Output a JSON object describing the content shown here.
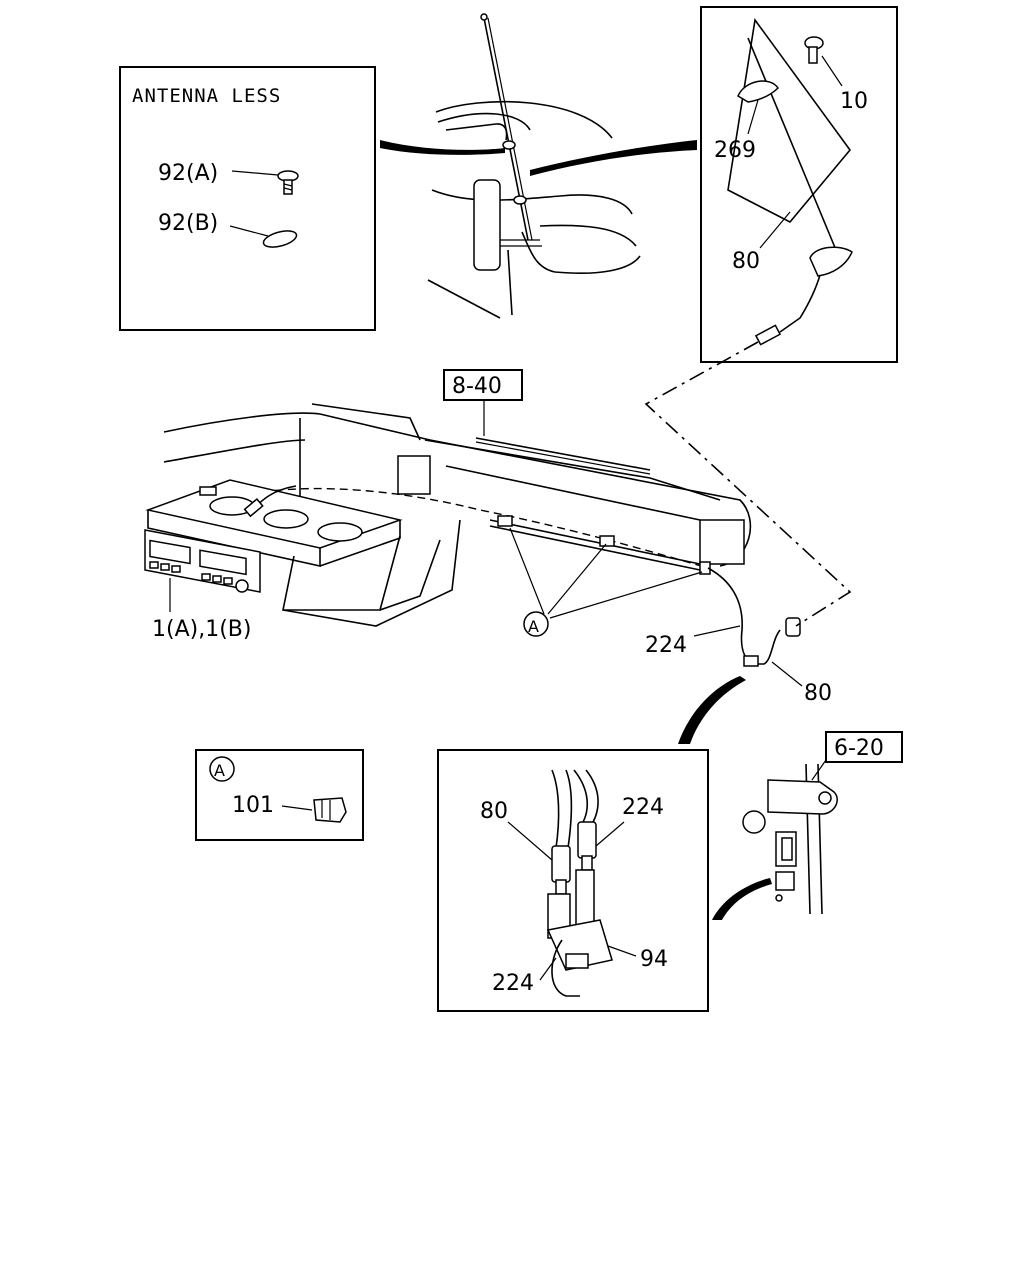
{
  "diagram": {
    "antenna_less_box": {
      "title": "ANTENNA LESS",
      "label_92a": "92(A)",
      "label_92b": "92(B)"
    },
    "antenna_detail": {
      "label_10": "10",
      "label_269": "269",
      "label_80": "80"
    },
    "ref_8_40": "8-40",
    "ref_6_20": "6-20",
    "main": {
      "label_radio": "1(A),1(B)",
      "label_224": "224",
      "label_80": "80",
      "clip_marker": "A"
    },
    "clip_box": {
      "marker": "A",
      "label_101": "101"
    },
    "connector_box": {
      "label_80": "80",
      "label_224_top": "224",
      "label_94": "94",
      "label_224_bottom": "224"
    }
  }
}
